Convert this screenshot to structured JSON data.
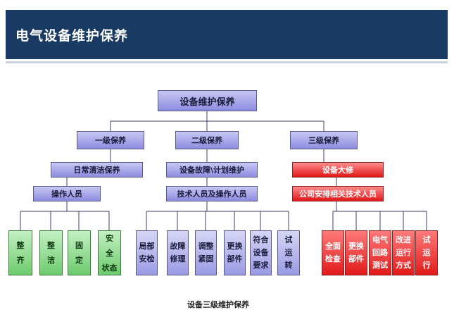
{
  "header": {
    "title": "电气设备维护保养"
  },
  "root": "设备维护保养",
  "levels": [
    {
      "label": "一级保养",
      "activity": "日常清洁保养",
      "personnel": "操作人员",
      "tasks": [
        "整齐",
        "整洁",
        "固定",
        "安全状态"
      ]
    },
    {
      "label": "二级保养",
      "activity": "设备故障\\计划维护",
      "personnel": "技术人员及操作人员",
      "tasks": [
        "局部安检",
        "故障修理",
        "调整紧固",
        "更换部件",
        "符合设备要求",
        "试运转"
      ]
    },
    {
      "label": "三级保养",
      "activity": "设备大修",
      "personnel": "公司安排相关技术人员",
      "tasks": [
        "全面检查",
        "更换部件",
        "电气回路测试",
        "改进运行方式",
        "试运行"
      ]
    }
  ],
  "caption": "设备三级维护保养"
}
